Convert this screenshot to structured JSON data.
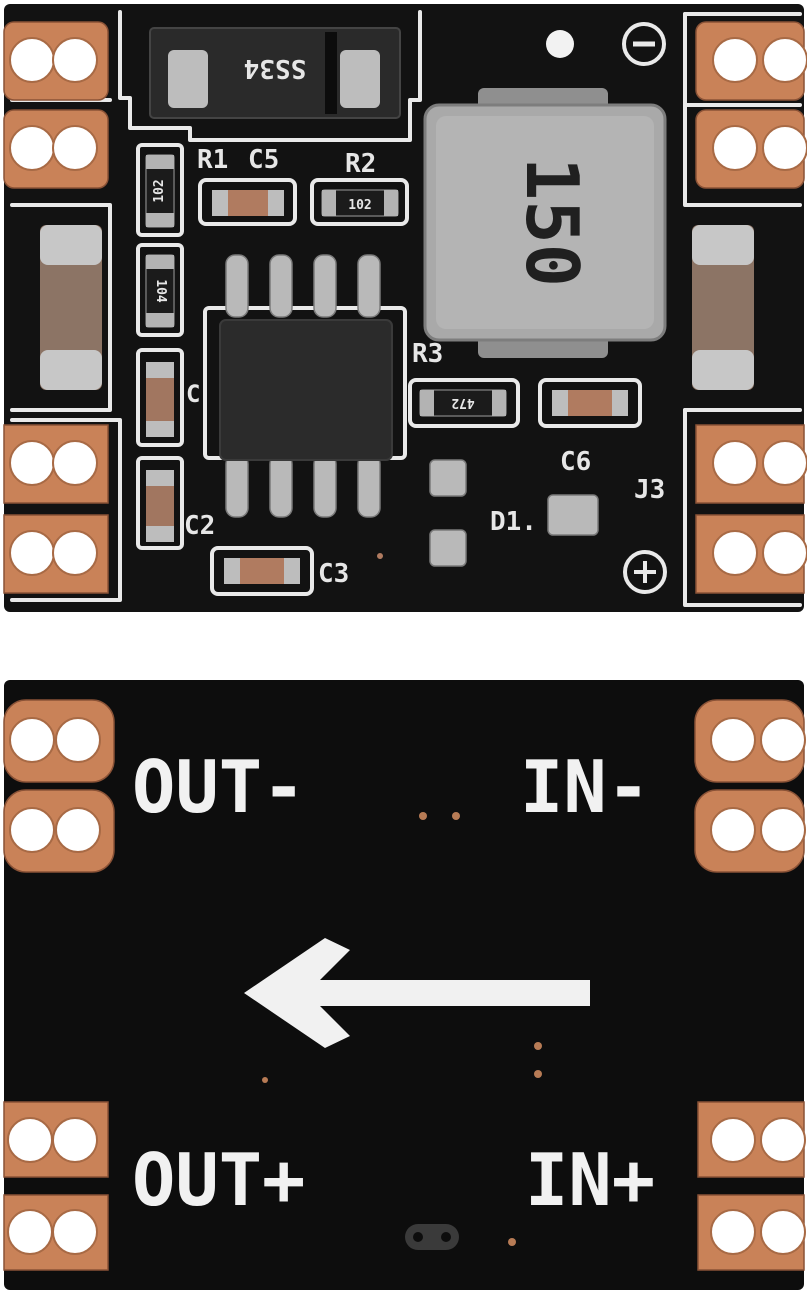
{
  "board_top": {
    "labels": {
      "r1": "R1",
      "c5": "C5",
      "r2": "R2",
      "r3": "R3",
      "c6": "C6",
      "c2": "C2",
      "c3": "C3",
      "j3": "J3",
      "d1": "D1.",
      "c_partial": "C"
    },
    "component_markings": {
      "diode": "SS34",
      "inductor": "150",
      "resistor_r1": "102",
      "resistor_r2": "102",
      "resistor_mid": "104",
      "resistor_r3": "472"
    },
    "polarity": {
      "minus": "⊖",
      "plus": "⊕"
    }
  },
  "board_bottom": {
    "labels": {
      "out_minus": "OUT-",
      "in_minus": "IN-",
      "out_plus": "OUT+",
      "in_plus": "IN+"
    },
    "arrow_direction": "left"
  },
  "colors": {
    "pcb": "#111111",
    "copper": "#c98258",
    "silkscreen": "#e9e9e9",
    "background": "#ffffff"
  }
}
